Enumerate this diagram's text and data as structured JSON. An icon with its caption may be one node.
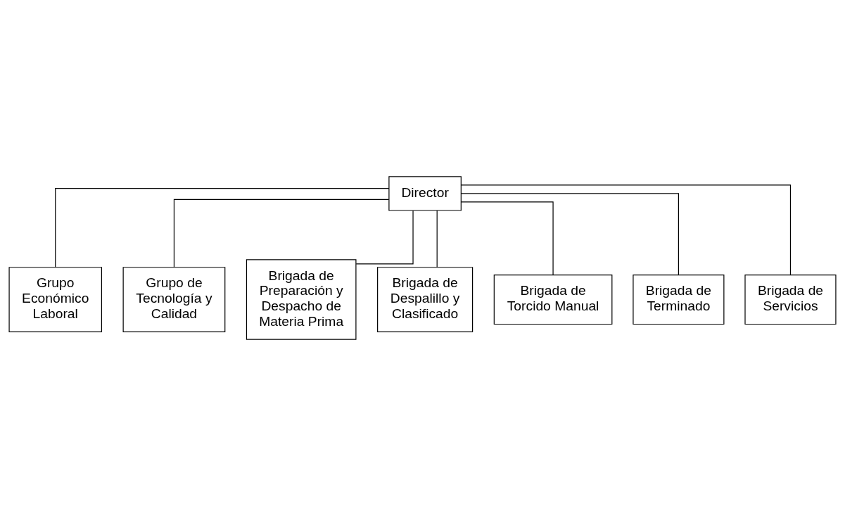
{
  "diagram": {
    "nodes": [
      {
        "text": [
          "Director"
        ]
      },
      {
        "text": [
          "Grupo Económico Laboral"
        ]
      },
      {
        "text": [
          "Grupo de Tecnología y Calidad"
        ]
      },
      {
        "text": [
          "Brigada de Preparación y Despacho de Materia Prima"
        ]
      },
      {
        "text": [
          "Brigada de Despalillo y Clasificado"
        ]
      },
      {
        "text": [
          "Brigada de Torcido Manual"
        ]
      },
      {
        "text": [
          "Brigada de Terminado"
        ]
      },
      {
        "text": [
          "Brigada de Servicios"
        ]
      }
    ],
    "edges": [
      {
        "from": 0,
        "to": 1,
        "arrow": "none"
      },
      {
        "from": 0,
        "to": 2,
        "arrow": "none"
      },
      {
        "from": 0,
        "to": 3,
        "arrow": "none"
      },
      {
        "from": 0,
        "to": 4,
        "arrow": "none"
      },
      {
        "from": 0,
        "to": 5,
        "arrow": "none"
      },
      {
        "from": 0,
        "to": 6,
        "arrow": "none"
      },
      {
        "from": 0,
        "to": 7,
        "arrow": "none"
      }
    ]
  }
}
